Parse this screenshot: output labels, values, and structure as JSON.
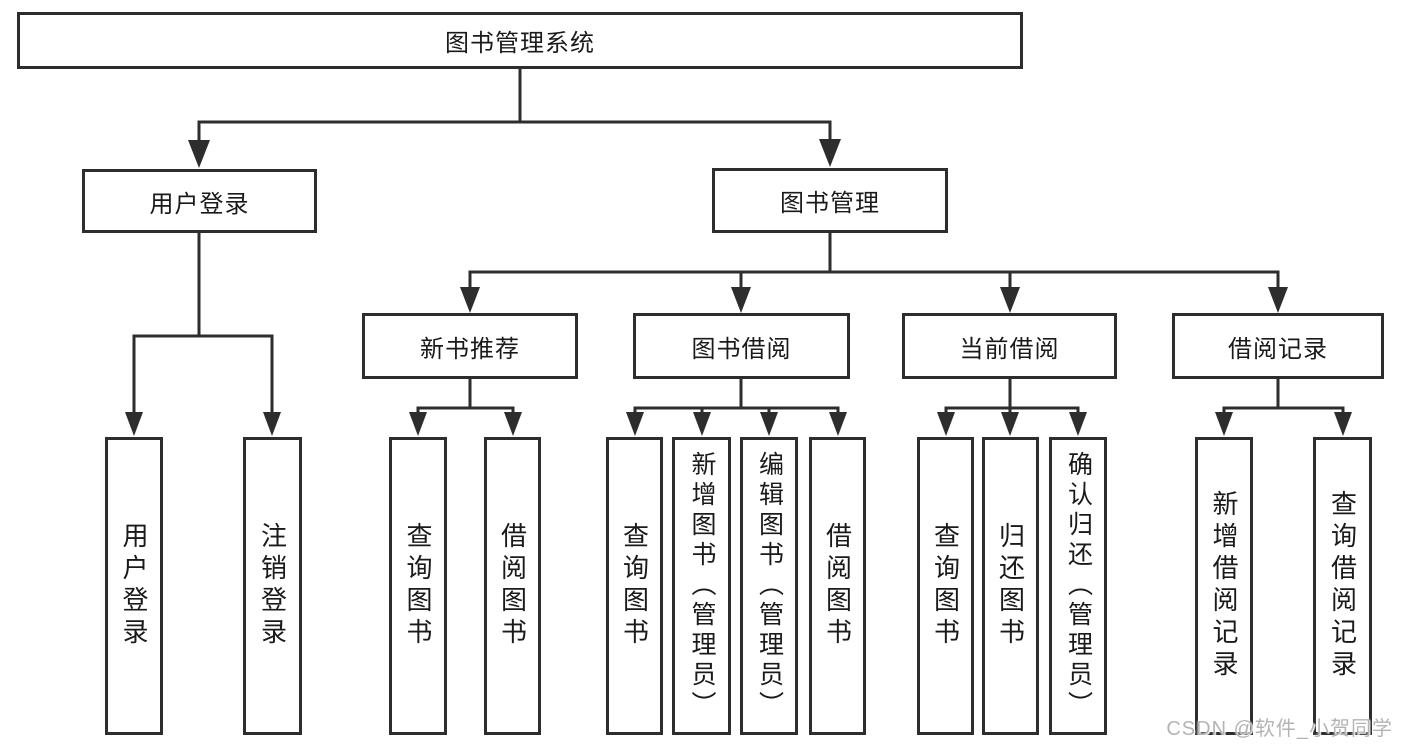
{
  "root": {
    "label": "图书管理系统"
  },
  "branches": {
    "user": {
      "label": "用户登录",
      "children": [
        {
          "label": "用户登录"
        },
        {
          "label": "注销登录"
        }
      ]
    },
    "management": {
      "label": "图书管理",
      "children": [
        {
          "label": "新书推荐",
          "children": [
            {
              "label": "查询图书"
            },
            {
              "label": "借阅图书"
            }
          ]
        },
        {
          "label": "图书借阅",
          "children": [
            {
              "label": "查询图书"
            },
            {
              "label": "新增图书（管理员）"
            },
            {
              "label": "编辑图书（管理员）"
            },
            {
              "label": "借阅图书"
            }
          ]
        },
        {
          "label": "当前借阅",
          "children": [
            {
              "label": "查询图书"
            },
            {
              "label": "归还图书"
            },
            {
              "label": "确认归还（管理员）"
            }
          ]
        },
        {
          "label": "借阅记录",
          "children": [
            {
              "label": "新增借阅记录"
            },
            {
              "label": "查询借阅记录"
            }
          ]
        }
      ]
    }
  },
  "watermark": {
    "text": "CSDN @软件_小贺同学"
  },
  "colors": {
    "line": "#2d2d2d",
    "box_border": "#2d2d2d",
    "text": "#1a1a1a",
    "watermark": "#b4b4b4",
    "background": "#ffffff"
  }
}
